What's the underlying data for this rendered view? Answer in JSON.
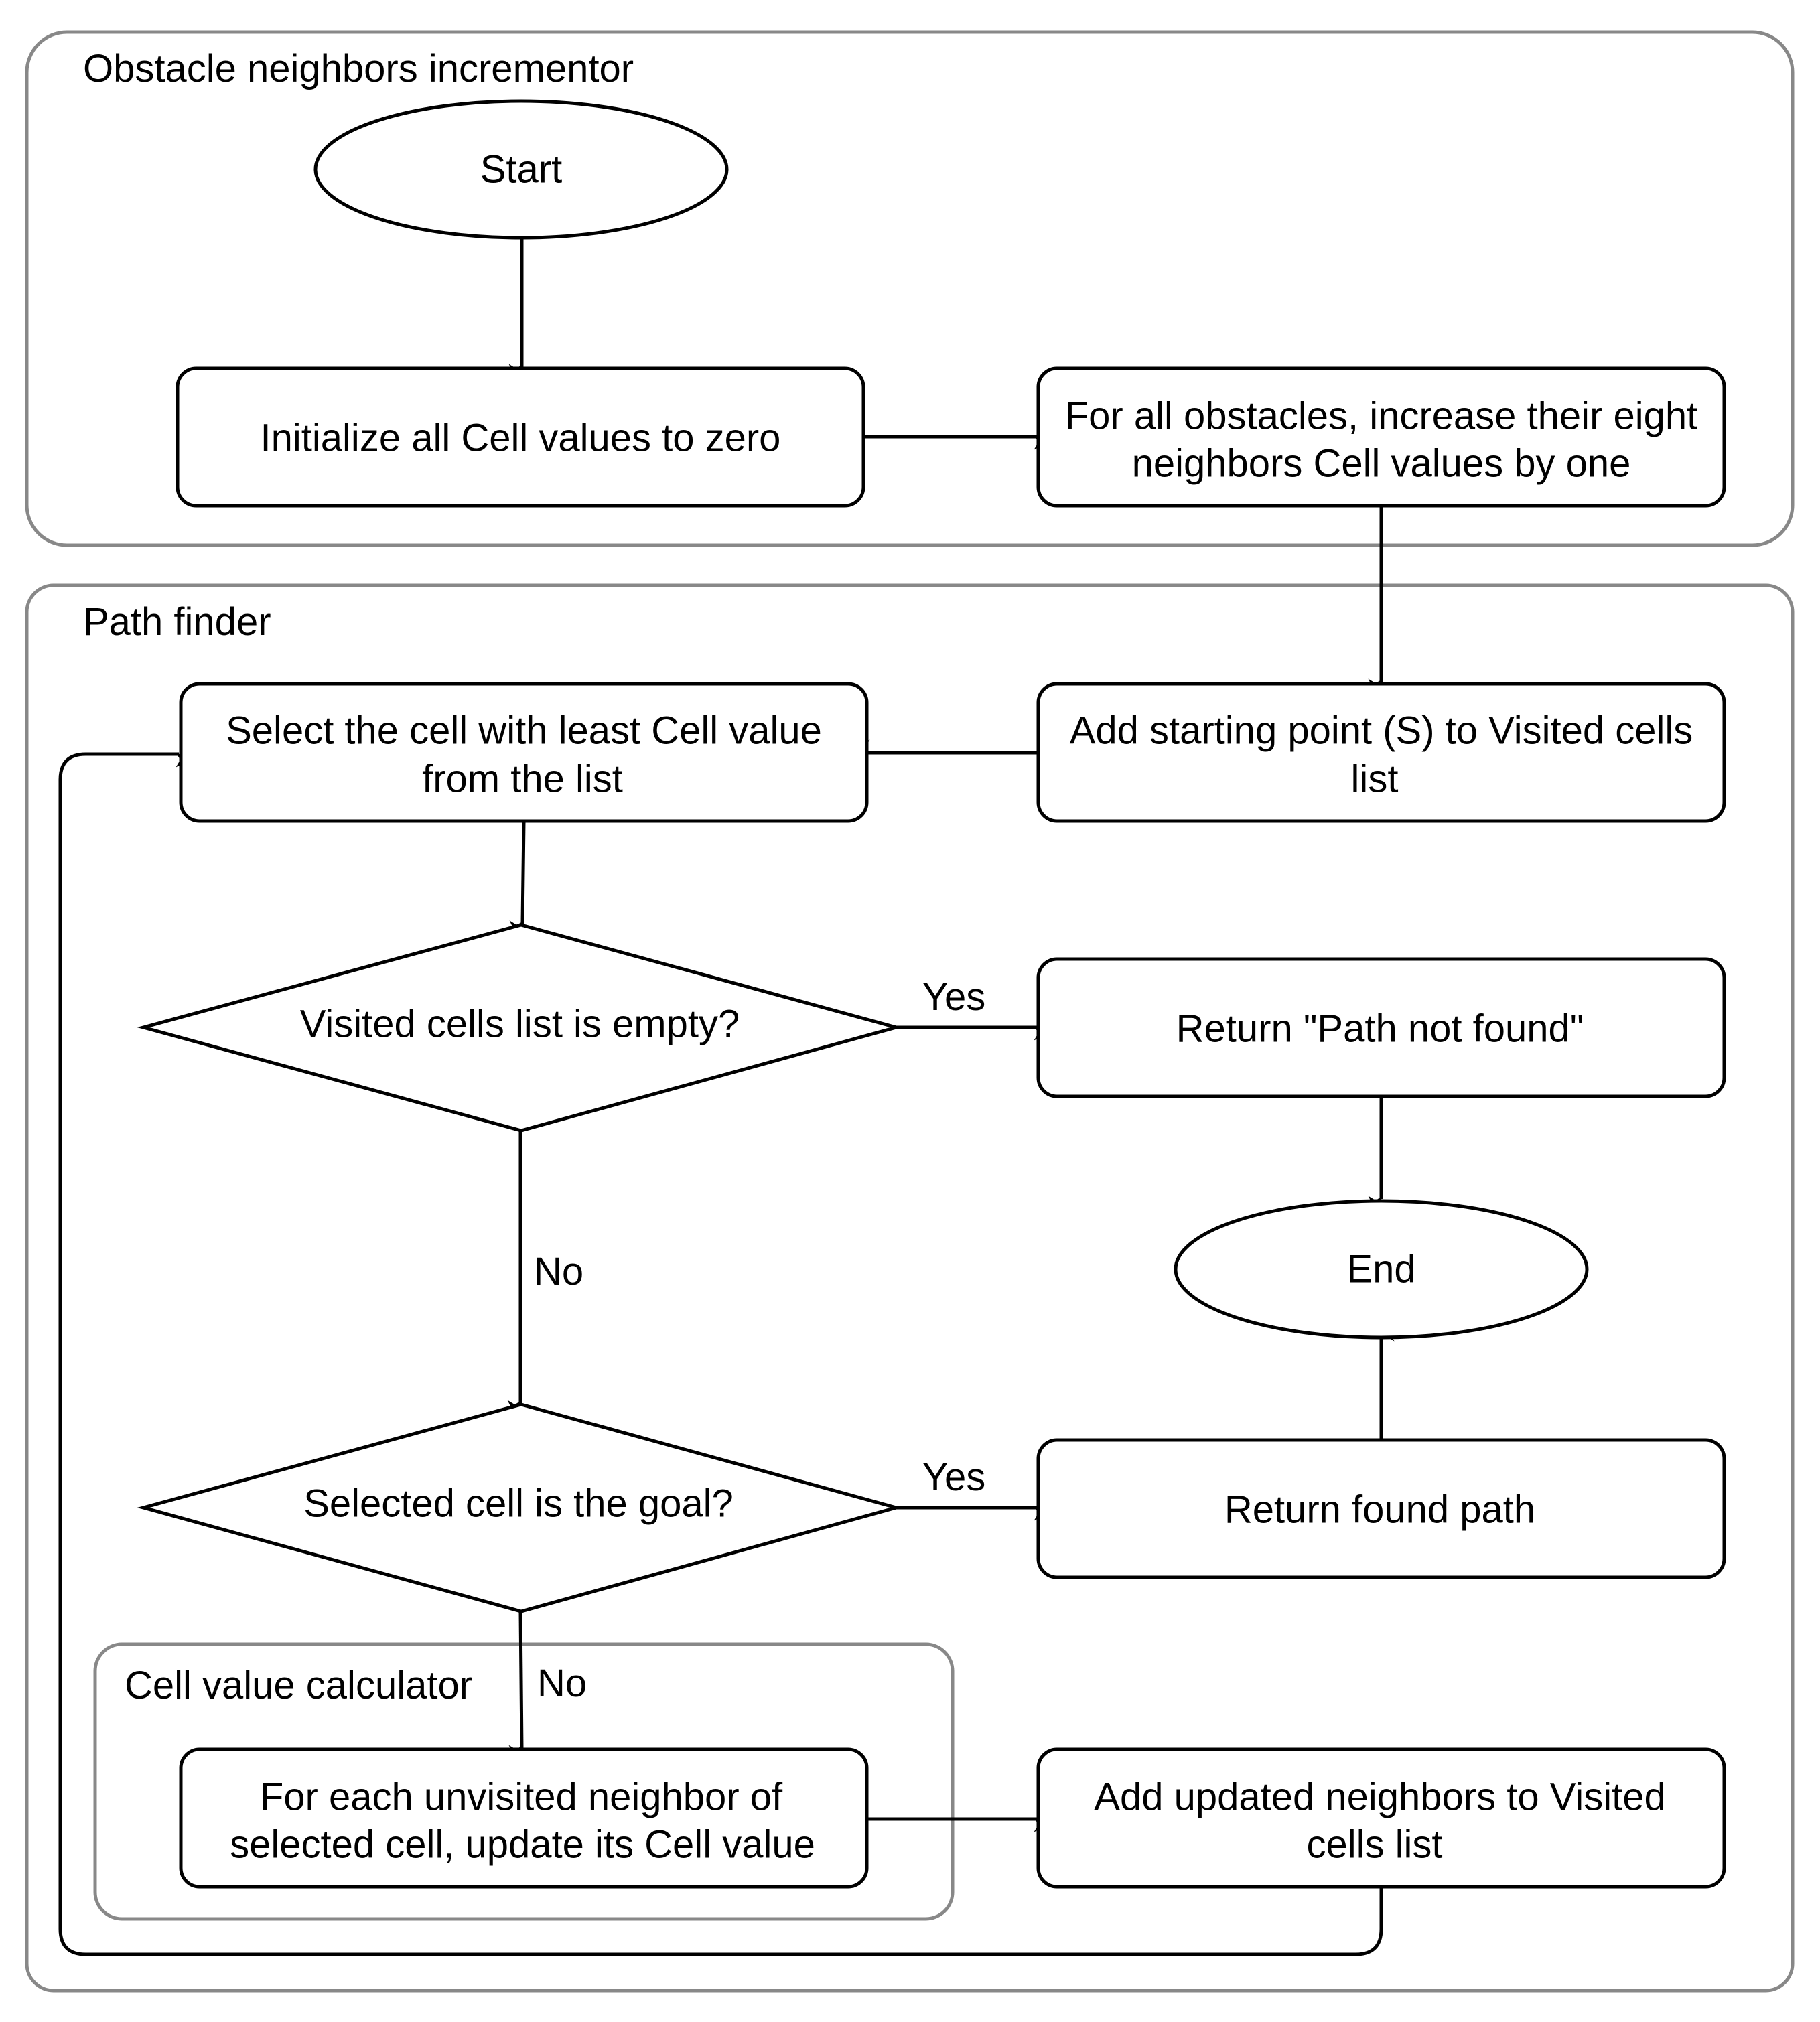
{
  "groups": {
    "obstacle": "Obstacle neighbors incrementor",
    "path_finder": "Path finder",
    "cell_calc": "Cell value calculator"
  },
  "nodes": {
    "start": "Start",
    "init": "Initialize all Cell values to zero",
    "obstacles": [
      "For all obstacles, increase their eight",
      "neighbors Cell values by one"
    ],
    "add_start": [
      "Add starting point (S) to Visited cells",
      "list"
    ],
    "select": [
      "Select the cell with least Cell value",
      "from the list"
    ],
    "empty_q": "Visited cells list is empty?",
    "not_found": "Return \"Path not found\"",
    "end": "End",
    "goal_q": "Selected cell is the goal?",
    "found": "Return found path",
    "update": [
      "For each unvisited neighbor of",
      "selected cell,  update its Cell value"
    ],
    "add_updated": [
      "Add updated neighbors to Visited",
      "cells list"
    ]
  },
  "edge_labels": {
    "empty_yes": "Yes",
    "empty_no": "No",
    "goal_yes": "Yes",
    "goal_no": "No"
  }
}
